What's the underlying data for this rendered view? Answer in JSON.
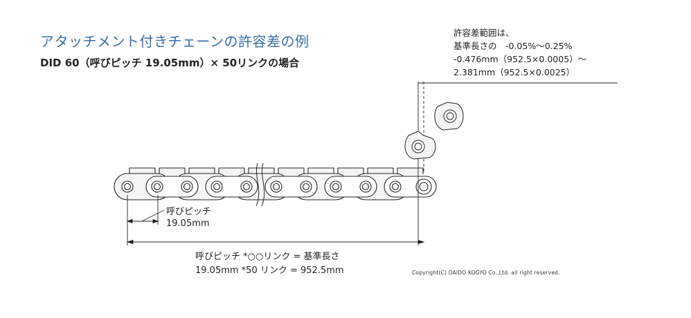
{
  "header": {
    "title": "アタッチメント付きチェーンの許容差の例",
    "subtitle": "DID 60（呼びピッチ 19.05mm）× 50リンクの場合"
  },
  "tolerance_note": {
    "lines": [
      "許容差範囲は、",
      "基準長さの　-0.05%～0.25%",
      "-0.476mm（952.5×0.0005）～",
      "2.381mm（952.5×0.0025）"
    ]
  },
  "pitch_label": {
    "line1": "呼びピッチ",
    "line2": "19.05mm"
  },
  "formula": {
    "line1": "呼びピッチ *○○リンク = 基準長さ",
    "line2": "19.05mm  *50 リンク = 952.5mm"
  },
  "copyright": "Copyright(C) DAIDO KOGYO Co.,Ltd. all right reserved."
}
